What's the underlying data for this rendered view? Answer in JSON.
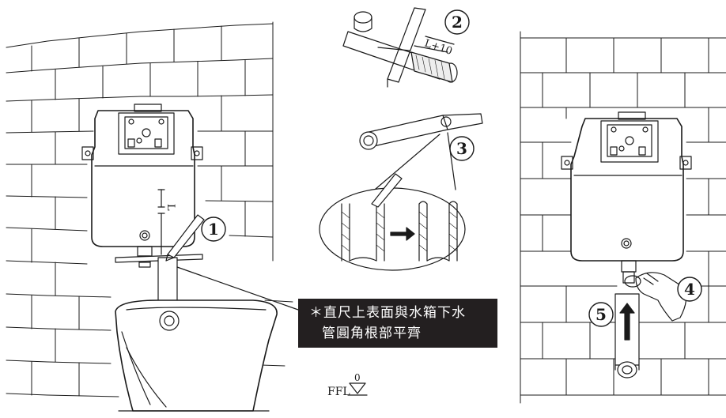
{
  "steps": [
    "1",
    "2",
    "3",
    "4",
    "5"
  ],
  "labels": {
    "length_mark": "L",
    "cut_mark": "L+10",
    "floor_zero": "0",
    "floor_label": "FFL"
  },
  "note": {
    "line1": "＊直尺上表面與水箱下水",
    "line2": "管圓角根部平齊"
  },
  "colors": {
    "line": "#1a1a1a",
    "note_bg": "#231f20",
    "note_text": "#ffffff"
  }
}
